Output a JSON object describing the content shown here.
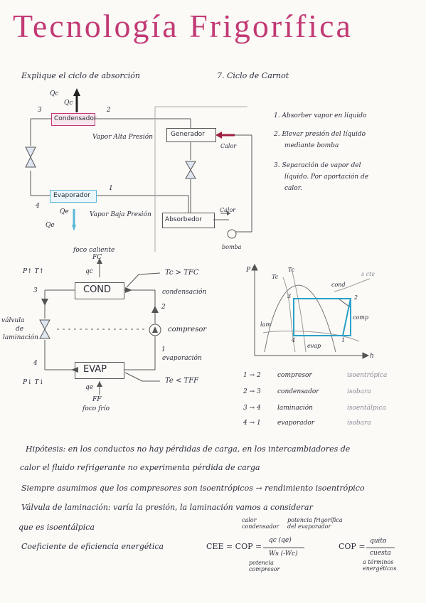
{
  "title": "Tecnología Frigorífica",
  "q_absorcion": "Explique el ciclo de absorción",
  "q_carnot": "7. Ciclo de Carnot",
  "abs_diagram": {
    "qc_label": "Qc",
    "qc_top": "Qc",
    "n3": "3",
    "n2": "2",
    "n1": "1",
    "n4": "4",
    "condensador": "Condensador",
    "generador": "Generador",
    "evaporador": "Evaporador",
    "absorbedor": "Absorbedor",
    "vapor_alta": "Vapor Alta Presión",
    "vapor_baja": "Vapor Baja Presión",
    "calor_gen": "Calor",
    "calor_abs": "Calor",
    "bomba": "bomba",
    "qe_label": "Qe",
    "qe_small": "Qe"
  },
  "steps": [
    {
      "num": "1.",
      "text": "Absorber vapor en líquido"
    },
    {
      "num": "2.",
      "text": "Elevar presión del líquido",
      "text2": "mediante bomba"
    },
    {
      "num": "3.",
      "text": "Separación de vapor del",
      "text2": "líquido. Por aportación de",
      "text3": "calor."
    }
  ],
  "cycle": {
    "foco_caliente": "foco caliente",
    "fc": "FC",
    "qc": "qc",
    "p_t_up": "P↑ T↑",
    "n3": "3",
    "n2": "2",
    "n4": "4",
    "n1": "1",
    "cond": "COND",
    "evap": "EVAP",
    "tc_gt": "Tc > TFC",
    "condensacion": "condensación",
    "valvula": "válvula",
    "de": "de",
    "laminacion": "laminación",
    "compresor": "compresor",
    "evaporacion": "evaporación",
    "p_t_down": "P↓ T↓",
    "te_lt": "Te < TFF",
    "qe": "qe",
    "ff": "FF",
    "foco_frio": "foco frío"
  },
  "ts": {
    "p_axis": "P",
    "h_axis": "h",
    "tc1": "Tc",
    "tc2": "Tc",
    "cond": "cond",
    "cte": "s cte",
    "comp": "comp",
    "lam": "lam",
    "evap": "evap",
    "p1": "1",
    "p2": "2",
    "p3": "3",
    "p4": "4"
  },
  "processes": [
    {
      "step": "1 → 2",
      "name": "compresor",
      "type": "isoentrópica"
    },
    {
      "step": "2 → 3",
      "name": "condensador",
      "type": "isobara"
    },
    {
      "step": "3 → 4",
      "name": "laminación",
      "type": "isoentálpica"
    },
    {
      "step": "4 → 1",
      "name": "evaporador",
      "type": "isobara"
    }
  ],
  "hipotesis": {
    "line1": "Hipótesis: en los conductos no hay pérdidas de carga, en los intercambiadores de",
    "line2": "calor el fluido refrigerante no experimenta pérdida de carga",
    "line3": "Siempre asumimos que los compresores son isoentrópicos → rendimiento isoentrópico",
    "line4": "Válvula de laminación: varía la presión, la laminación vamos a considerar",
    "line5": "que es isoentálpica"
  },
  "formula": {
    "label": "Coeficiente de eficiencia energética",
    "cee": "CEE = COP =",
    "num": "qc (qe)",
    "den": "Ws (-Wc)",
    "calor_condensador": "calor condensador",
    "potencia_foco": "potencia frigorífica del evaporador",
    "potencia_compresor": "potencia compresor",
    "cop2": "COP =",
    "cop_num": "quito",
    "cop_den": "cuesta",
    "terminos": "a términos energéticos"
  }
}
